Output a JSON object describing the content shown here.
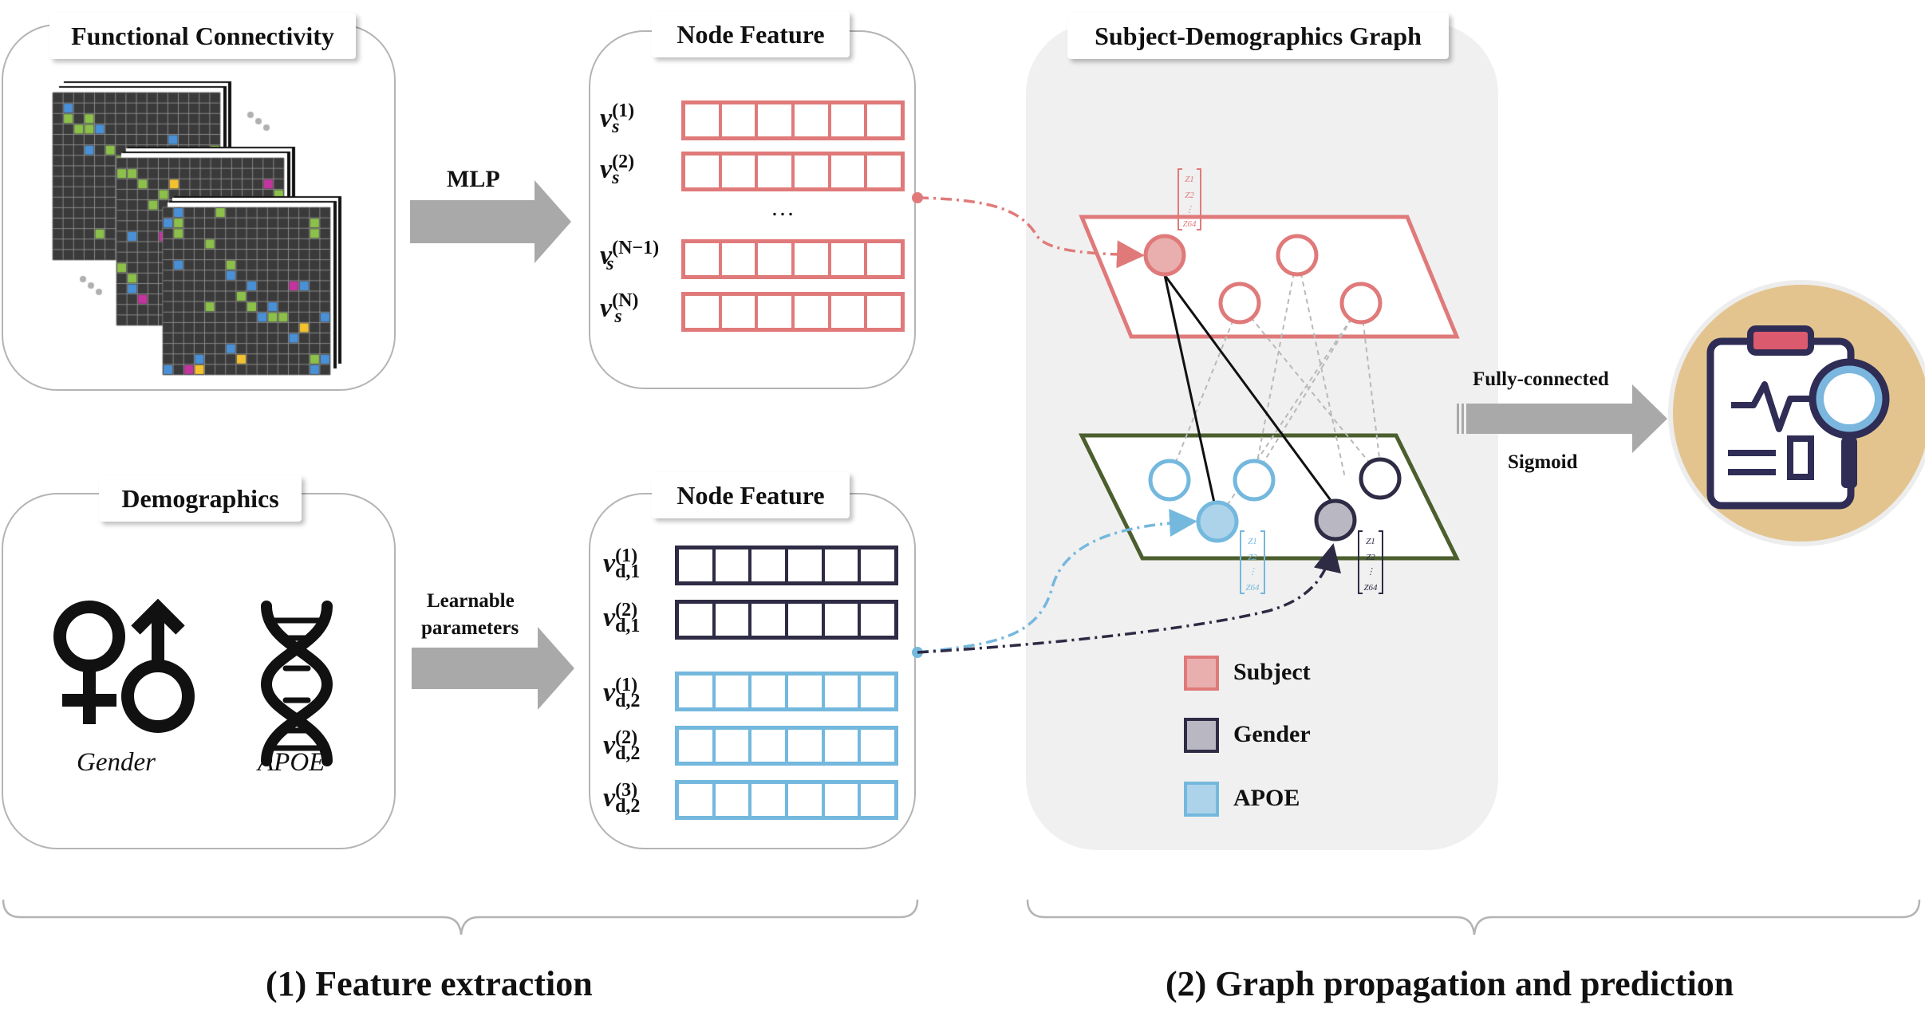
{
  "panels": {
    "functional_connectivity": "Functional Connectivity",
    "demographics": "Demographics",
    "node_feature_s": "Node Feature",
    "node_feature_d": "Node Feature",
    "graph": "Subject-Demographics Graph"
  },
  "arrows": {
    "mlp": "MLP",
    "learnable_1": "Learnable",
    "learnable_2": "parameters",
    "fc": "Fully-connected",
    "sigmoid": "Sigmoid"
  },
  "demographics": {
    "gender": "Gender",
    "apoe": "APOE"
  },
  "subject_vectors": {
    "ellipsis": "…",
    "labels": [
      {
        "base": "v",
        "sub": "s",
        "sup": "(1)"
      },
      {
        "base": "v",
        "sub": "s",
        "sup": "(2)"
      },
      {
        "base": "v",
        "sub": "s",
        "sup": "(N−1)"
      },
      {
        "base": "v",
        "sub": "s",
        "sup": "(N)"
      }
    ]
  },
  "demo_vectors": {
    "labels": [
      {
        "base": "v",
        "sub": "d,1",
        "sup": "(1)"
      },
      {
        "base": "v",
        "sub": "d,1",
        "sup": "(2)"
      },
      {
        "base": "v",
        "sub": "d,2",
        "sup": "(1)"
      },
      {
        "base": "v",
        "sub": "d,2",
        "sup": "(2)"
      },
      {
        "base": "v",
        "sub": "d,2",
        "sup": "(3)"
      }
    ]
  },
  "embedding_vector": [
    "Z1",
    "Z2",
    "⋮",
    "Z64"
  ],
  "legend": {
    "subject": "Subject",
    "gender": "Gender",
    "apoe": "APOE"
  },
  "sections": {
    "feature_extraction": "(1) Feature extraction",
    "graph_propagation": "(2) Graph propagation and prediction"
  },
  "colors": {
    "subject": "#e07a7a",
    "subject_fill": "#e9aeae",
    "gender": "#2e2b45",
    "gender_fill": "#b9b8c2",
    "apoe": "#74b8de",
    "apoe_fill": "#acd3ea",
    "demo_plane": "#4b5e2e",
    "arrow": "#a9a9a9",
    "prediction_bg": "#e3c48f",
    "prediction_icon": "#2f2d55",
    "prediction_accent": "#db5a6d",
    "prediction_glass": "#7ab6de"
  },
  "icons": [
    "female-symbol-icon",
    "male-symbol-icon",
    "dna-helix-icon",
    "clipboard-report-icon",
    "magnifying-glass-icon"
  ]
}
